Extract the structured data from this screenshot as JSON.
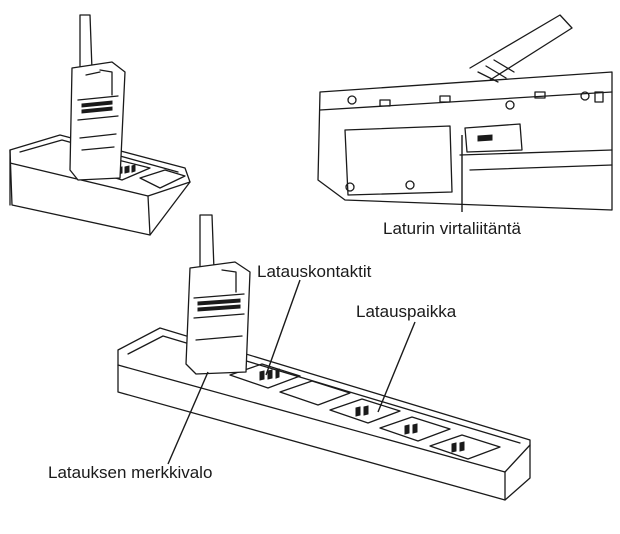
{
  "labels": {
    "power_port": "Laturin virtaliitäntä",
    "contacts": "Latauskontaktit",
    "slot": "Latauspaikka",
    "indicator": "Latauksen merkkivalo"
  }
}
